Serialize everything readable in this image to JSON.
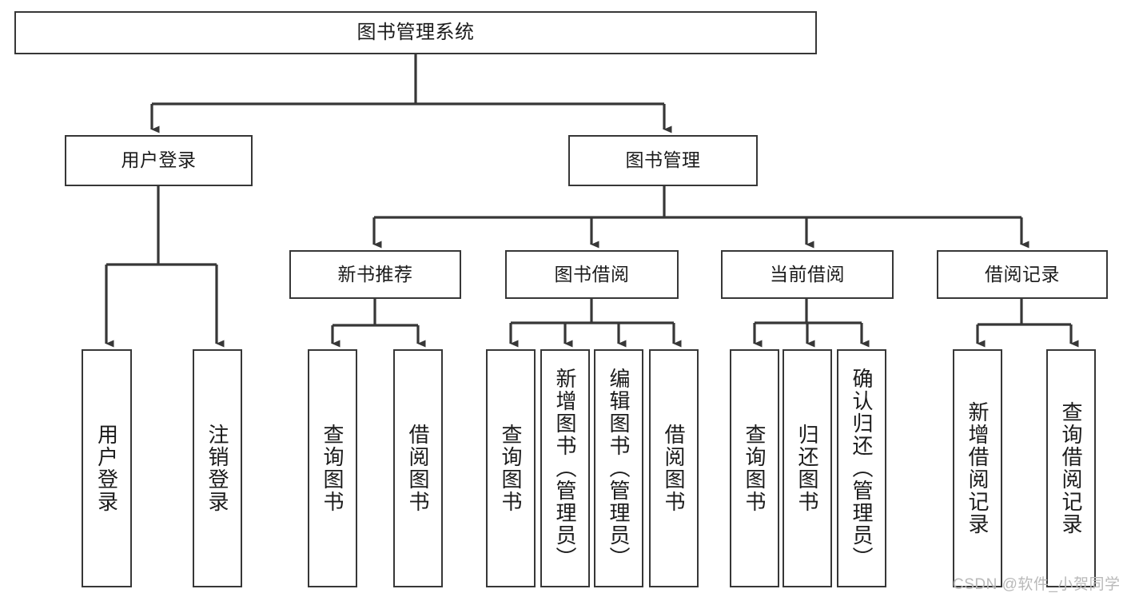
{
  "diagram": {
    "title": "图书管理系统",
    "type": "hierarchy-tree",
    "watermark": "CSDN @软件_小贺同学",
    "colors": {
      "box_border": "#373737",
      "box_fill": "#ffffff",
      "edge": "#373737",
      "text": "#1b1b1b",
      "watermark": "#b9b9b9"
    },
    "levels": {
      "root": {
        "label": "图书管理系统"
      },
      "level2": [
        {
          "id": "user-login",
          "label": "用户登录"
        },
        {
          "id": "book-manage",
          "label": "图书管理"
        }
      ],
      "level3": [
        {
          "id": "new-book-rec",
          "label": "新书推荐",
          "parent": "book-manage"
        },
        {
          "id": "book-borrow",
          "label": "图书借阅",
          "parent": "book-manage"
        },
        {
          "id": "current-borrow",
          "label": "当前借阅",
          "parent": "book-manage"
        },
        {
          "id": "borrow-record",
          "label": "借阅记录",
          "parent": "book-manage"
        }
      ],
      "leaves": [
        {
          "id": "leaf-user-login",
          "label": "用户登录",
          "parent": "user-login"
        },
        {
          "id": "leaf-logout",
          "label": "注销登录",
          "parent": "user-login"
        },
        {
          "id": "leaf-query-book-1",
          "label": "查询图书",
          "parent": "new-book-rec"
        },
        {
          "id": "leaf-borrow-book-1",
          "label": "借阅图书",
          "parent": "new-book-rec"
        },
        {
          "id": "leaf-query-book-2",
          "label": "查询图书",
          "parent": "book-borrow"
        },
        {
          "id": "leaf-add-book",
          "label": "新增图书（管理员）",
          "parent": "book-borrow"
        },
        {
          "id": "leaf-edit-book",
          "label": "编辑图书（管理员）",
          "parent": "book-borrow"
        },
        {
          "id": "leaf-borrow-book-2",
          "label": "借阅图书",
          "parent": "book-borrow"
        },
        {
          "id": "leaf-query-book-3",
          "label": "查询图书",
          "parent": "current-borrow"
        },
        {
          "id": "leaf-return-book",
          "label": "归还图书",
          "parent": "current-borrow"
        },
        {
          "id": "leaf-confirm-return",
          "label": "确认归还（管理员）",
          "parent": "current-borrow"
        },
        {
          "id": "leaf-add-record",
          "label": "新增借阅记录",
          "parent": "borrow-record"
        },
        {
          "id": "leaf-query-record",
          "label": "查询借阅记录",
          "parent": "borrow-record"
        }
      ]
    }
  }
}
